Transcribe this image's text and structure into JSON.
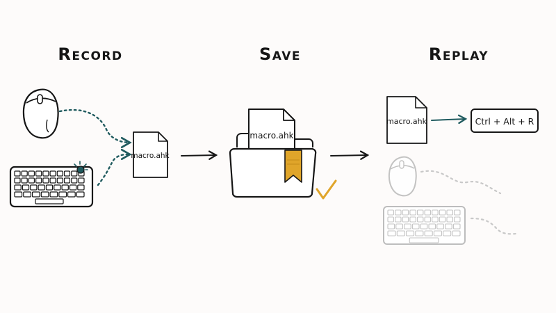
{
  "steps": {
    "record": {
      "title": "Record"
    },
    "save": {
      "title": "Save"
    },
    "replay": {
      "title": "Replay"
    }
  },
  "files": {
    "record_file": "macro.ahk",
    "save_file": "macro.ahk",
    "replay_file": "macro.ahk"
  },
  "shortcut": {
    "label": "Ctrl + Alt + R"
  },
  "colors": {
    "ink": "#161616",
    "teal": "#1f5a5e",
    "gold": "#e0a52a",
    "faded": "#bdbdbd",
    "background": "#fdfbfa"
  },
  "icons": {
    "mouse": "mouse-icon",
    "keyboard": "keyboard-icon",
    "document": "file-icon",
    "folder": "folder-icon",
    "bookmark": "bookmark-icon",
    "check": "checkmark-icon"
  }
}
